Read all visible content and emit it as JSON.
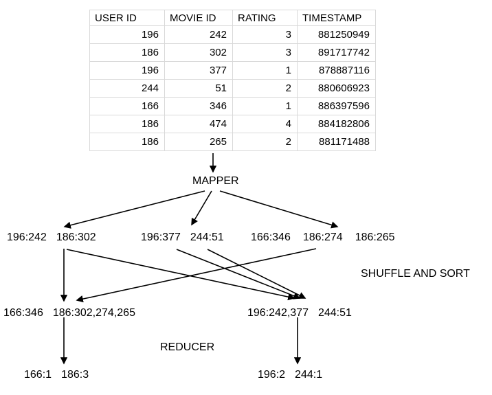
{
  "table": {
    "headers": [
      "USER ID",
      "MOVIE ID",
      "RATING",
      "TIMESTAMP"
    ],
    "rows": [
      [
        "196",
        "242",
        "3",
        "881250949"
      ],
      [
        "186",
        "302",
        "3",
        "891717742"
      ],
      [
        "196",
        "377",
        "1",
        "878887116"
      ],
      [
        "244",
        "51",
        "2",
        "880606923"
      ],
      [
        "166",
        "346",
        "1",
        "886397596"
      ],
      [
        "186",
        "474",
        "4",
        "884182806"
      ],
      [
        "186",
        "265",
        "2",
        "881171488"
      ]
    ]
  },
  "labels": {
    "mapper": "MAPPER",
    "shuffle": "SHUFFLE AND SORT",
    "reducer": "REDUCER"
  },
  "mapped": {
    "group1": [
      "196:242",
      "186:302"
    ],
    "group2": [
      "196:377",
      "244:51"
    ],
    "group3": [
      "166:346",
      "186:274",
      "186:265"
    ]
  },
  "shuffled": {
    "left": [
      "166:346",
      "186:302,274,265"
    ],
    "right": [
      "196:242,377",
      "244:51"
    ]
  },
  "reduced": {
    "left": [
      "166:1",
      "186:3"
    ],
    "right": [
      "196:2",
      "244:1"
    ]
  }
}
